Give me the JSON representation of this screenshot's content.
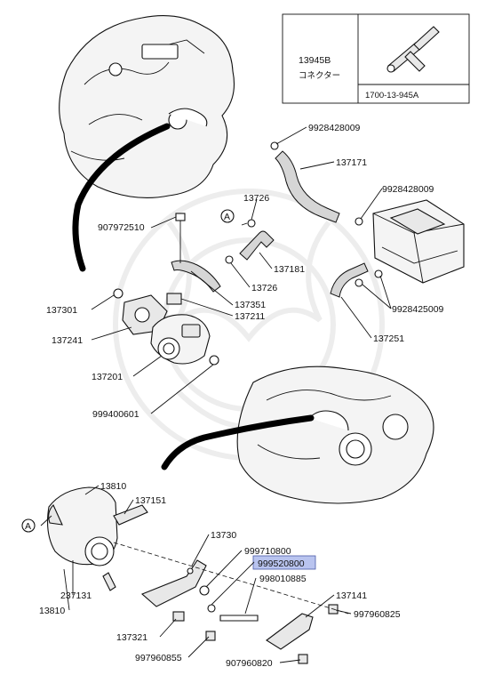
{
  "inset": {
    "part_number": "13945B",
    "part_name": "コネクター",
    "reference": "1700-13-945A"
  },
  "callouts": {
    "c9928428009a": "9928428009",
    "c137171": "137171",
    "c9928428009b": "9928428009",
    "c13726a": "13726",
    "c907972510": "907972510",
    "circleA1": "A",
    "c137181": "137181",
    "c13726b": "13726",
    "c137301": "137301",
    "c137351": "137351",
    "c137211": "137211",
    "c9928425009": "9928425009",
    "c137241": "137241",
    "c137251": "137251",
    "c137201": "137201",
    "c999400601": "999400601",
    "c13810a": "13810",
    "c137151": "137151",
    "circleA2": "A",
    "c13730": "13730",
    "c999710800": "999710800",
    "c999520800": "999520800",
    "c998010885": "998010885",
    "c237131": "237131",
    "c137141": "137141",
    "c13810b": "13810",
    "c997960825": "997960825",
    "c137321": "137321",
    "c997960855": "997960855",
    "c907960820": "907960820"
  },
  "highlight_color": "#b9c4ef"
}
